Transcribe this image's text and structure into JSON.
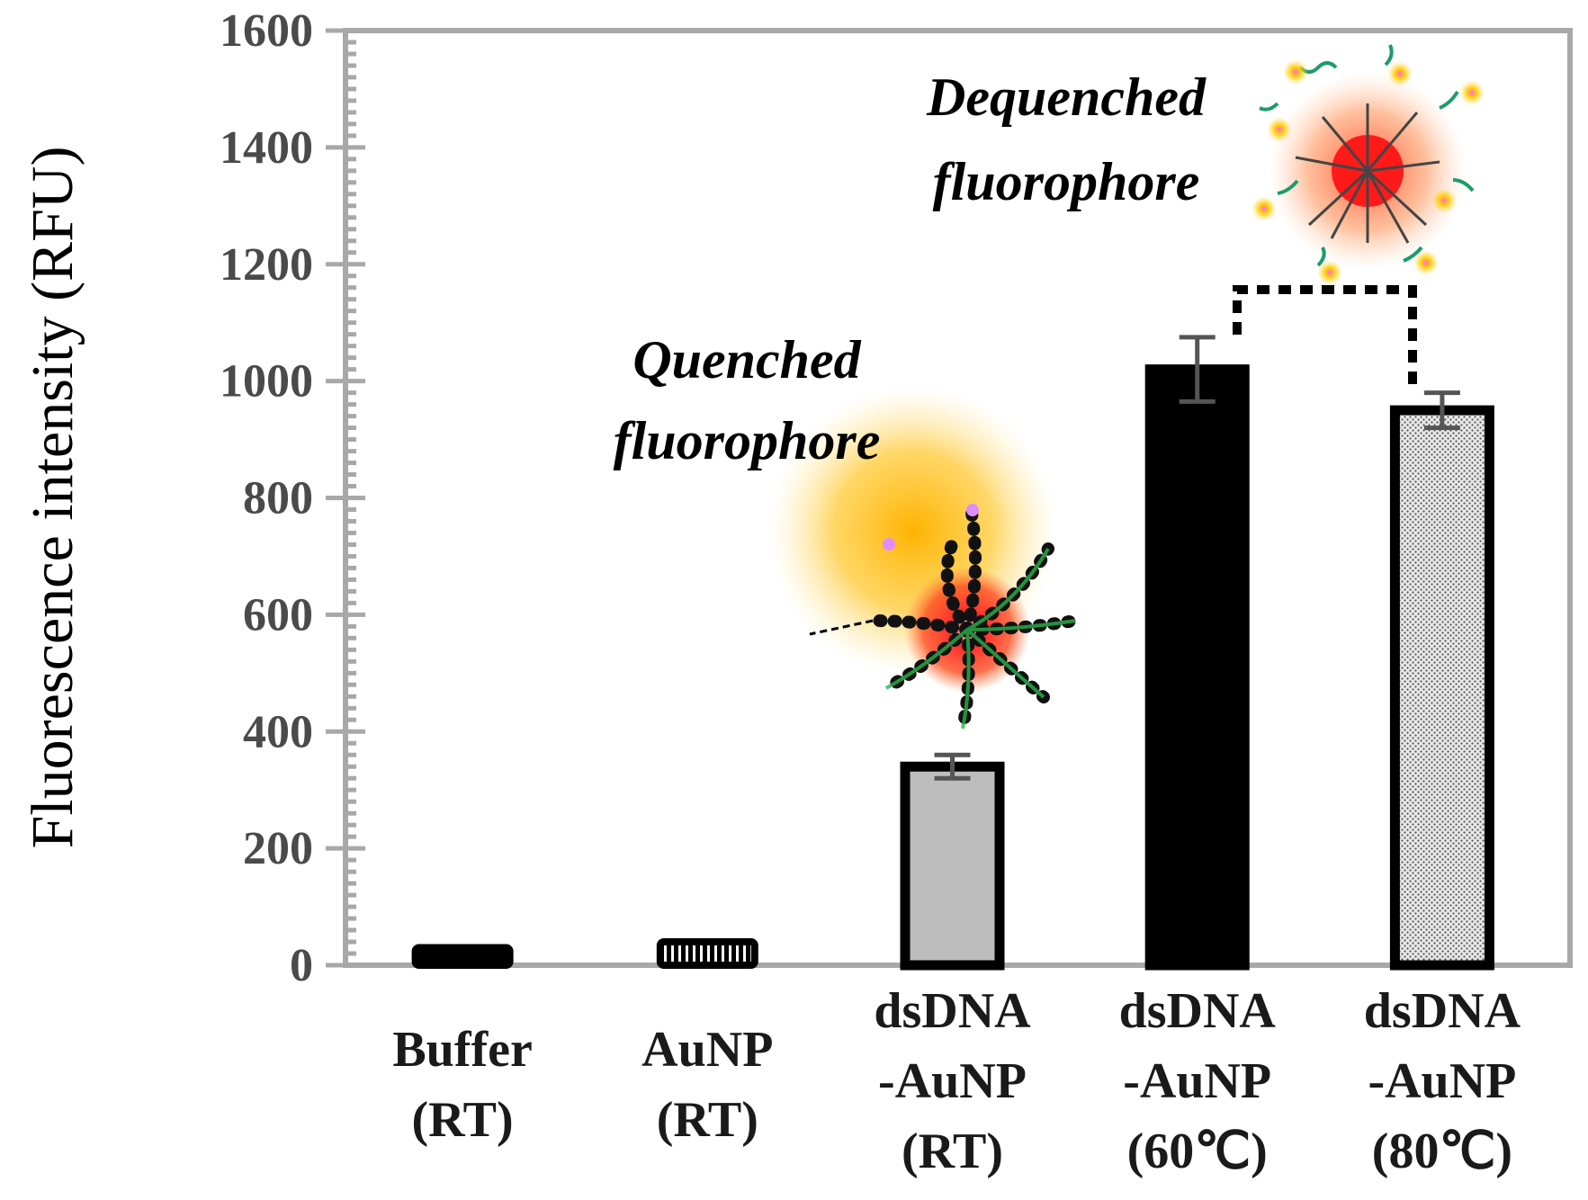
{
  "chart_data": {
    "type": "bar",
    "title": "",
    "xlabel": "",
    "ylabel": "Fluorescence intensity (RFU)",
    "ylim": [
      0,
      1600
    ],
    "yticks": [
      "0",
      "200",
      "400",
      "600",
      "800",
      "1000",
      "1200",
      "1400",
      "1600"
    ],
    "categories": [
      [
        "Buffer",
        "(RT)"
      ],
      [
        "AuNP",
        "(RT)"
      ],
      [
        "dsDNA",
        "-AuNP",
        "(RT)"
      ],
      [
        "dsDNA",
        "-AuNP",
        "(60℃)"
      ],
      [
        "dsDNA",
        "-AuNP",
        "(80℃)"
      ]
    ],
    "values": [
      30,
      40,
      340,
      1020,
      950
    ],
    "errors": [
      0,
      0,
      20,
      55,
      30
    ],
    "fills": [
      "#000000",
      "striped",
      "#bdbdbd",
      "#000000",
      "dotted"
    ],
    "annotations": {
      "quenched": [
        "Quenched",
        "fluorophore"
      ],
      "dequenched": [
        "Dequenched",
        "fluorophore"
      ]
    },
    "grid": false,
    "legend": "none"
  }
}
